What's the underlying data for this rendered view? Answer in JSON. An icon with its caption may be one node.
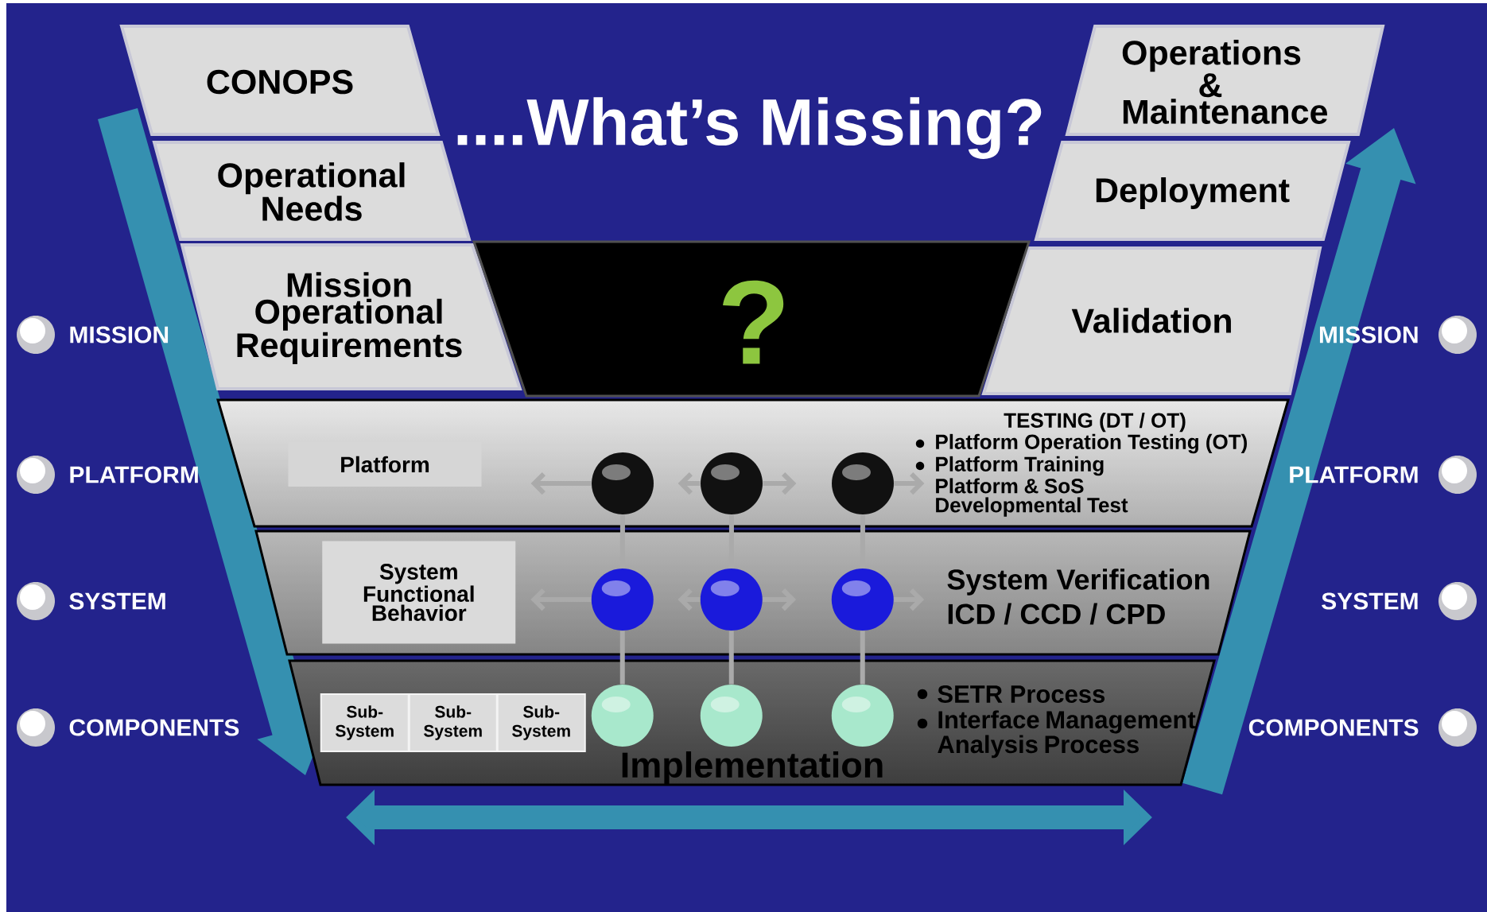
{
  "diagram": {
    "title": "....What’s Missing?",
    "nodes": [
      {
        "text": [
          "CONOPS"
        ]
      },
      {
        "text": [
          "Operational Needs"
        ]
      },
      {
        "text": [
          "Mission Operational Requirements"
        ]
      },
      {
        "text": [
          "Operations & Maintenance"
        ]
      },
      {
        "text": [
          "Deployment"
        ]
      },
      {
        "text": [
          "Validation"
        ]
      },
      {
        "text": [
          "?"
        ]
      },
      {
        "text": [
          "TESTING (DT / OT)",
          "Platform Operation Testing (OT)",
          "Platform Training",
          "Platform & SoS Developmental Test"
        ]
      },
      {
        "text": [
          "Platform"
        ],
        "in": 7
      },
      {
        "text": [
          "System Verification",
          "ICD / CCD / CPD"
        ]
      },
      {
        "text": [
          "System Functional Behavior"
        ],
        "in": 9
      },
      {
        "text": [
          "SETR Process",
          "Interface Management Analysis Process",
          "Implementation"
        ]
      },
      {
        "text": [
          "Sub- System"
        ],
        "in": 11
      },
      {
        "text": [
          "Sub- System"
        ],
        "in": 11
      },
      {
        "text": [
          "Sub- System"
        ],
        "in": 11
      },
      {
        "text": [],
        "shape": "circle",
        "in": 7
      },
      {
        "text": [],
        "shape": "circle",
        "in": 7
      },
      {
        "text": [],
        "shape": "circle",
        "in": 7
      },
      {
        "text": [],
        "shape": "circle",
        "in": 9
      },
      {
        "text": [],
        "shape": "circle",
        "in": 9
      },
      {
        "text": [],
        "shape": "circle",
        "in": 9
      },
      {
        "text": [],
        "shape": "circle",
        "in": 11
      },
      {
        "text": [],
        "shape": "circle",
        "in": 11
      },
      {
        "text": [],
        "shape": "circle",
        "in": 11
      }
    ],
    "edges": [
      {
        "from": 21,
        "to": 18,
        "arrow": "none"
      },
      {
        "from": 18,
        "to": 15,
        "arrow": "none"
      },
      {
        "from": 22,
        "to": 19,
        "arrow": "none"
      },
      {
        "from": 19,
        "to": 16,
        "arrow": "none"
      },
      {
        "from": 23,
        "to": 20,
        "arrow": "none"
      },
      {
        "from": 20,
        "to": 17,
        "arrow": "none"
      },
      {
        "from": 15,
        "to": null,
        "arrow": "to"
      },
      {
        "from": 16,
        "to": null,
        "arrow": "to"
      },
      {
        "from": 16,
        "to": null,
        "arrow": "to"
      },
      {
        "from": 17,
        "to": null,
        "arrow": "to"
      },
      {
        "from": 18,
        "to": null,
        "arrow": "to"
      },
      {
        "from": 19,
        "to": null,
        "arrow": "to"
      },
      {
        "from": 19,
        "to": null,
        "arrow": "to"
      },
      {
        "from": 20,
        "to": null,
        "arrow": "to"
      }
    ],
    "labels": [
      "MISSION",
      "MISSION",
      "PLATFORM",
      "PLATFORM",
      "SYSTEM",
      "SYSTEM",
      "COMPONENTS",
      "COMPONENTS"
    ]
  }
}
